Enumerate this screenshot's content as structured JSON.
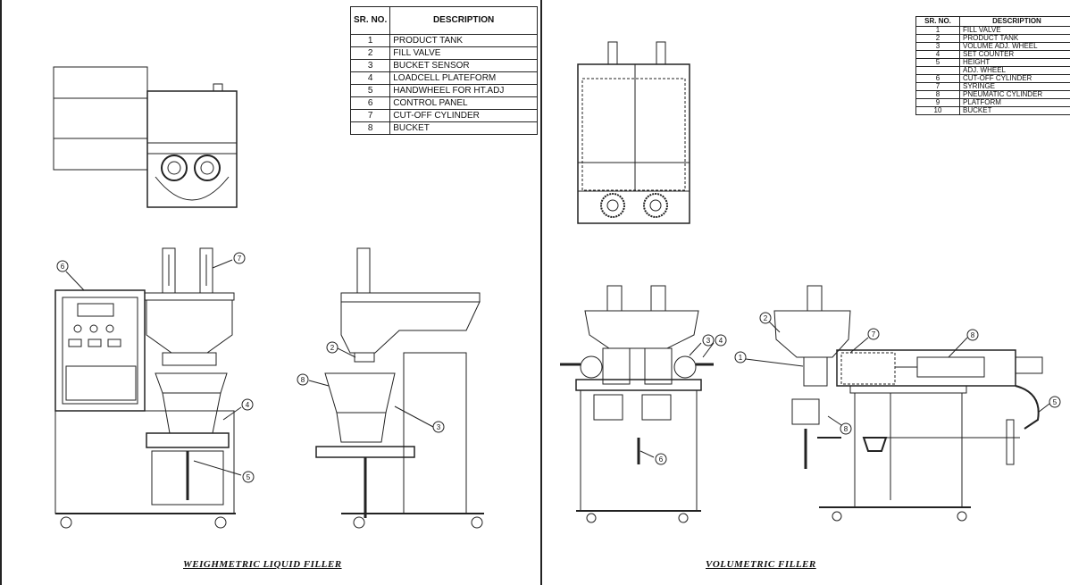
{
  "left_panel": {
    "caption": "WEIGHMETRIC LIQUID FILLER",
    "table": {
      "header_no": "SR. NO.",
      "header_desc": "DESCRIPTION",
      "rows": [
        {
          "no": "1",
          "desc": "PRODUCT TANK"
        },
        {
          "no": "2",
          "desc": "FILL VALVE"
        },
        {
          "no": "3",
          "desc": "BUCKET SENSOR"
        },
        {
          "no": "4",
          "desc": "LOADCELL PLATEFORM"
        },
        {
          "no": "5",
          "desc": "HANDWHEEL FOR HT.ADJ"
        },
        {
          "no": "6",
          "desc": " CONTROL PANEL"
        },
        {
          "no": "7",
          "desc": "CUT-OFF CYLINDER"
        },
        {
          "no": "8",
          "desc": "BUCKET"
        }
      ]
    },
    "callouts": [
      "6",
      "7",
      "4",
      "5",
      "2",
      "8",
      "3"
    ]
  },
  "right_panel": {
    "caption": "VOLUMETRIC  FILLER",
    "table": {
      "header_no": "SR. NO.",
      "header_desc": "DESCRIPTION",
      "rows": [
        {
          "no": "1",
          "desc": "FILL VALVE"
        },
        {
          "no": "2",
          "desc": "PRODUCT TANK"
        },
        {
          "no": "3",
          "desc": "VOLUME ADJ. WHEEL"
        },
        {
          "no": "4",
          "desc": "SET COUNTER"
        },
        {
          "no": "5",
          "desc": "HEIGHT"
        },
        {
          "no": "",
          "desc": " ADJ. WHEEL"
        },
        {
          "no": "6",
          "desc": "CUT-OFF CYLINDER"
        },
        {
          "no": "7",
          "desc": "SYRINGE"
        },
        {
          "no": "8",
          "desc": "PNEUMATIC CYLINDER"
        },
        {
          "no": "9",
          "desc": "PLATFORM"
        },
        {
          "no": "10",
          "desc": " BUCKET"
        }
      ]
    },
    "callouts": [
      "3",
      "4",
      "6",
      "2",
      "1",
      "7",
      "8",
      "8",
      "5"
    ]
  }
}
